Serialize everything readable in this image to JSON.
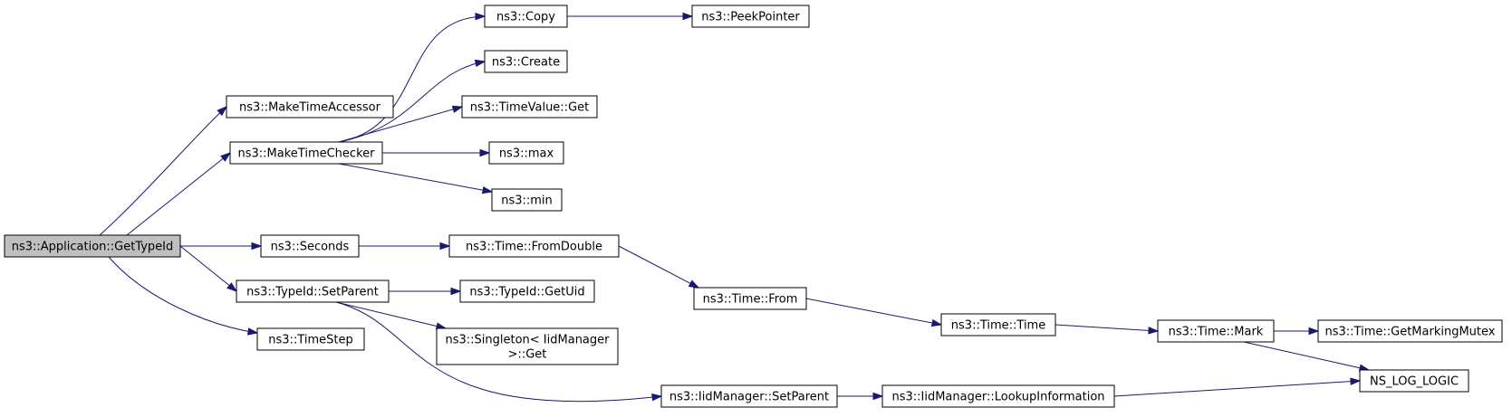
{
  "graph": {
    "type": "call-graph",
    "edge_color": "#191970",
    "root_fill": "#bfbfbf",
    "node_fill": "#ffffff",
    "nodes": [
      {
        "id": "app_gettypeid",
        "label": "ns3::Application::GetTypeId",
        "root": true
      },
      {
        "id": "make_time_accessor",
        "label": "ns3::MakeTimeAccessor"
      },
      {
        "id": "make_time_checker",
        "label": "ns3::MakeTimeChecker"
      },
      {
        "id": "seconds",
        "label": "ns3::Seconds"
      },
      {
        "id": "typeid_setparent",
        "label": "ns3::TypeId::SetParent"
      },
      {
        "id": "timestep",
        "label": "ns3::TimeStep"
      },
      {
        "id": "copy",
        "label": "ns3::Copy"
      },
      {
        "id": "peekpointer",
        "label": "ns3::PeekPointer"
      },
      {
        "id": "create",
        "label": "ns3::Create"
      },
      {
        "id": "timevalue_get",
        "label": "ns3::TimeValue::Get"
      },
      {
        "id": "max",
        "label": "ns3::max"
      },
      {
        "id": "min",
        "label": "ns3::min"
      },
      {
        "id": "time_fromdouble",
        "label": "ns3::Time::FromDouble"
      },
      {
        "id": "typeid_getuid",
        "label": "ns3::TypeId::GetUid"
      },
      {
        "id": "singleton_get",
        "label": [
          "ns3::Singleton< IidManager",
          ">::Get"
        ]
      },
      {
        "id": "iidmanager_setparent",
        "label": "ns3::IidManager::SetParent"
      },
      {
        "id": "time_from",
        "label": "ns3::Time::From"
      },
      {
        "id": "time_time",
        "label": "ns3::Time::Time"
      },
      {
        "id": "time_mark",
        "label": "ns3::Time::Mark"
      },
      {
        "id": "iidmanager_lookup",
        "label": "ns3::IidManager::LookupInformation"
      },
      {
        "id": "time_getmarkingmutex",
        "label": "ns3::Time::GetMarkingMutex"
      },
      {
        "id": "ns_log_logic",
        "label": "NS_LOG_LOGIC"
      }
    ],
    "edges": [
      {
        "from": "app_gettypeid",
        "to": "make_time_accessor"
      },
      {
        "from": "app_gettypeid",
        "to": "make_time_checker"
      },
      {
        "from": "app_gettypeid",
        "to": "seconds"
      },
      {
        "from": "app_gettypeid",
        "to": "typeid_setparent"
      },
      {
        "from": "app_gettypeid",
        "to": "timestep"
      },
      {
        "from": "make_time_checker",
        "to": "copy"
      },
      {
        "from": "make_time_checker",
        "to": "create"
      },
      {
        "from": "make_time_checker",
        "to": "timevalue_get"
      },
      {
        "from": "make_time_checker",
        "to": "max"
      },
      {
        "from": "make_time_checker",
        "to": "min"
      },
      {
        "from": "copy",
        "to": "peekpointer"
      },
      {
        "from": "seconds",
        "to": "time_fromdouble"
      },
      {
        "from": "time_fromdouble",
        "to": "time_from"
      },
      {
        "from": "time_from",
        "to": "time_time"
      },
      {
        "from": "time_time",
        "to": "time_mark"
      },
      {
        "from": "time_mark",
        "to": "time_getmarkingmutex"
      },
      {
        "from": "time_mark",
        "to": "ns_log_logic"
      },
      {
        "from": "typeid_setparent",
        "to": "typeid_getuid"
      },
      {
        "from": "typeid_setparent",
        "to": "singleton_get"
      },
      {
        "from": "typeid_setparent",
        "to": "iidmanager_setparent"
      },
      {
        "from": "iidmanager_setparent",
        "to": "iidmanager_lookup"
      },
      {
        "from": "iidmanager_lookup",
        "to": "ns_log_logic"
      }
    ]
  }
}
